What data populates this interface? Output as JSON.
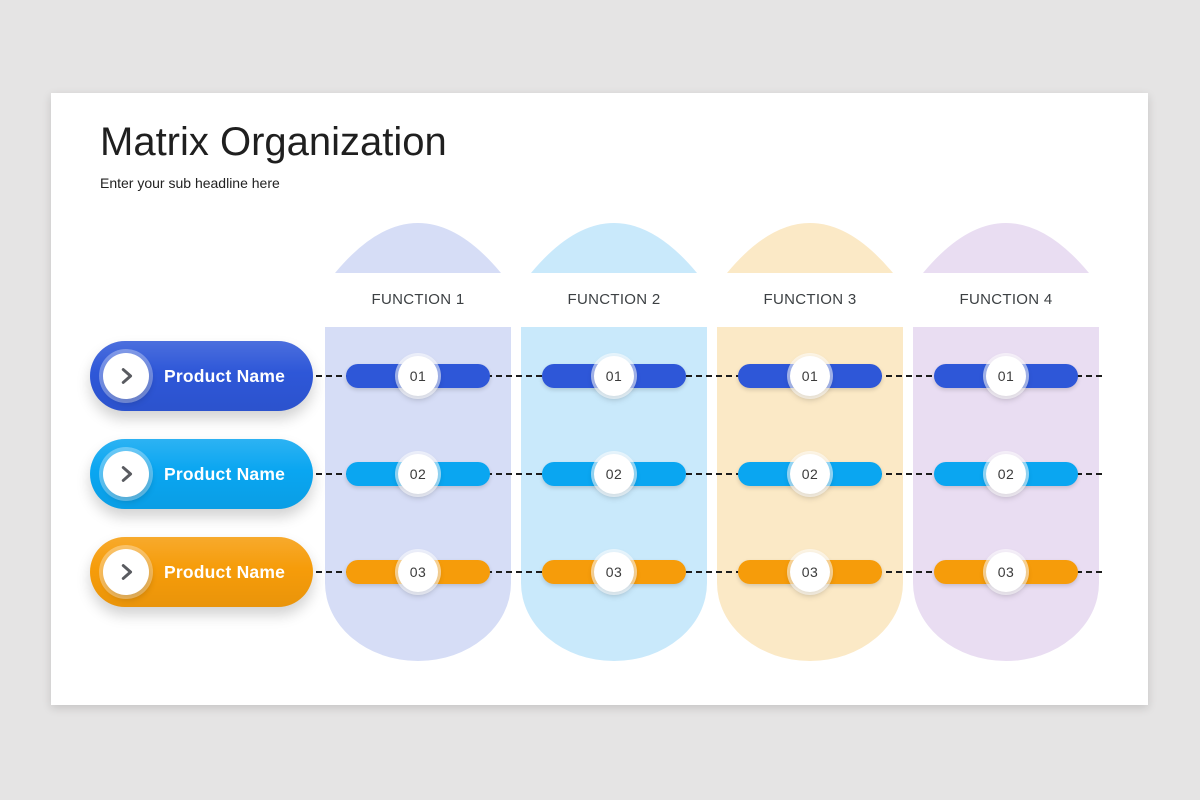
{
  "slide": {
    "title": "Matrix Organization",
    "subtitle": "Enter your sub headline here"
  },
  "functions": [
    {
      "label": "FUNCTION 1",
      "color": "#d6ddf6"
    },
    {
      "label": "FUNCTION 2",
      "color": "#c9e9fb"
    },
    {
      "label": "FUNCTION 3",
      "color": "#fbe9c6"
    },
    {
      "label": "FUNCTION 4",
      "color": "#e9ddf2"
    }
  ],
  "products": [
    {
      "label": "Product Name",
      "number": "01",
      "color": "#2e57d8",
      "icon": "chevron-right-icon"
    },
    {
      "label": "Product Name",
      "number": "02",
      "color": "#0aa6f1",
      "icon": "chevron-right-icon"
    },
    {
      "label": "Product Name",
      "number": "03",
      "color": "#f69c0a",
      "icon": "chevron-right-icon"
    }
  ],
  "colors": {
    "page_background": "#e5e4e4",
    "slide_background": "#ffffff",
    "connector": "#1d1d1d",
    "badge_text": "#3b3b3b"
  }
}
